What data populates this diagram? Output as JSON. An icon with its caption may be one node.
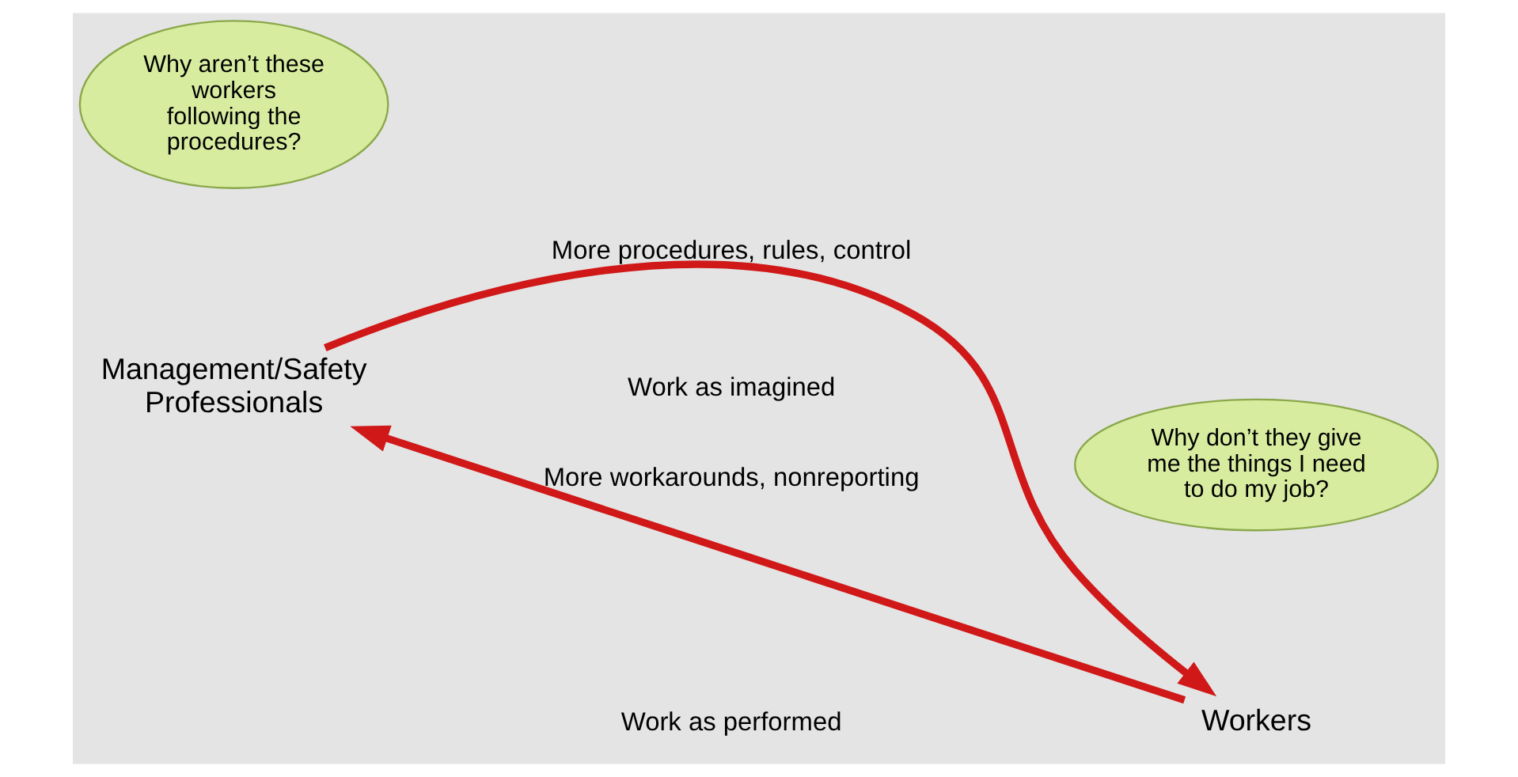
{
  "diagram": {
    "nodes": [
      {
        "text": [
          "Why aren’t these workers following the procedures?"
        ]
      },
      {
        "text": [
          "Management/Safety Professionals"
        ]
      },
      {
        "text": [
          "Why don’t they give me the things I need to do my job?"
        ]
      },
      {
        "text": [
          "Workers"
        ]
      }
    ],
    "edges": [
      {
        "from": 1,
        "to": 3,
        "arrow": "to",
        "label": "More procedures, rules, control"
      },
      {
        "from": 3,
        "to": 1,
        "arrow": "to",
        "label": "More workarounds, nonreporting"
      }
    ],
    "labels": [
      "Work as imagined",
      "Work as performed"
    ]
  }
}
